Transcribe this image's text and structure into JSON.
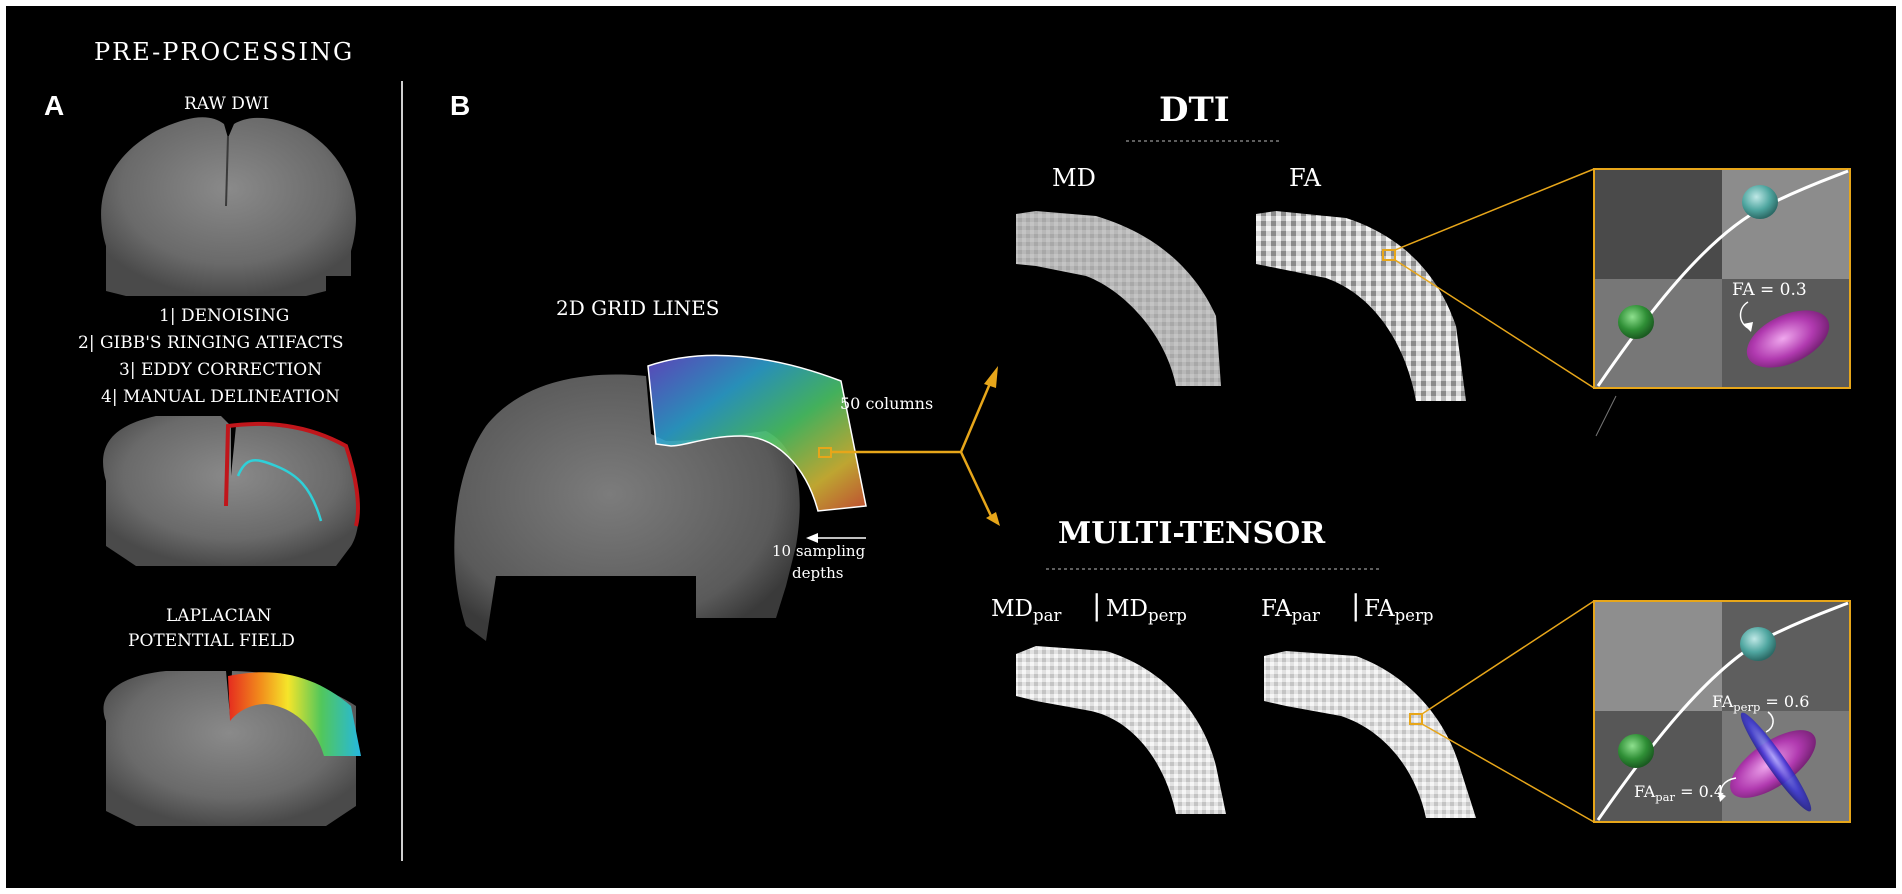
{
  "panel_a": {
    "letter": "A",
    "header": "PRE-PROCESSING",
    "raw_label": "RAW DWI",
    "steps": [
      "1| DENOISING",
      "2| GIBB'S RINGING ATIFACTS",
      "3| EDDY CORRECTION",
      "4| MANUAL DELINEATION"
    ],
    "laplacian_line1": "LAPLACIAN",
    "laplacian_line2": "POTENTIAL FIELD"
  },
  "panel_b": {
    "letter": "B",
    "grid_title": "2D GRID LINES",
    "columns_label": "50 columns",
    "depths_line1": "10 sampling",
    "depths_line2": "depths",
    "dti_title": "DTI",
    "md_label": "MD",
    "fa_label": "FA",
    "fa_value": "FA = 0.3",
    "mt_title": "MULTI-TENSOR",
    "md_par": {
      "base": "MD",
      "sub": "par"
    },
    "md_perp": {
      "base": "MD",
      "sub": "perp"
    },
    "fa_par": {
      "base": "FA",
      "sub": "par"
    },
    "fa_perp": {
      "base": "FA",
      "sub": "perp"
    },
    "fa_perp_value": {
      "base": "FA",
      "sub": "perp",
      "value": " = 0.6"
    },
    "fa_par_value": {
      "base": "FA",
      "sub": "par",
      "value": " = 0.4"
    }
  },
  "colors": {
    "accent": "#e7a61a",
    "delineation_red": "#c0161b",
    "delineation_cyan": "#2fd0d8"
  }
}
